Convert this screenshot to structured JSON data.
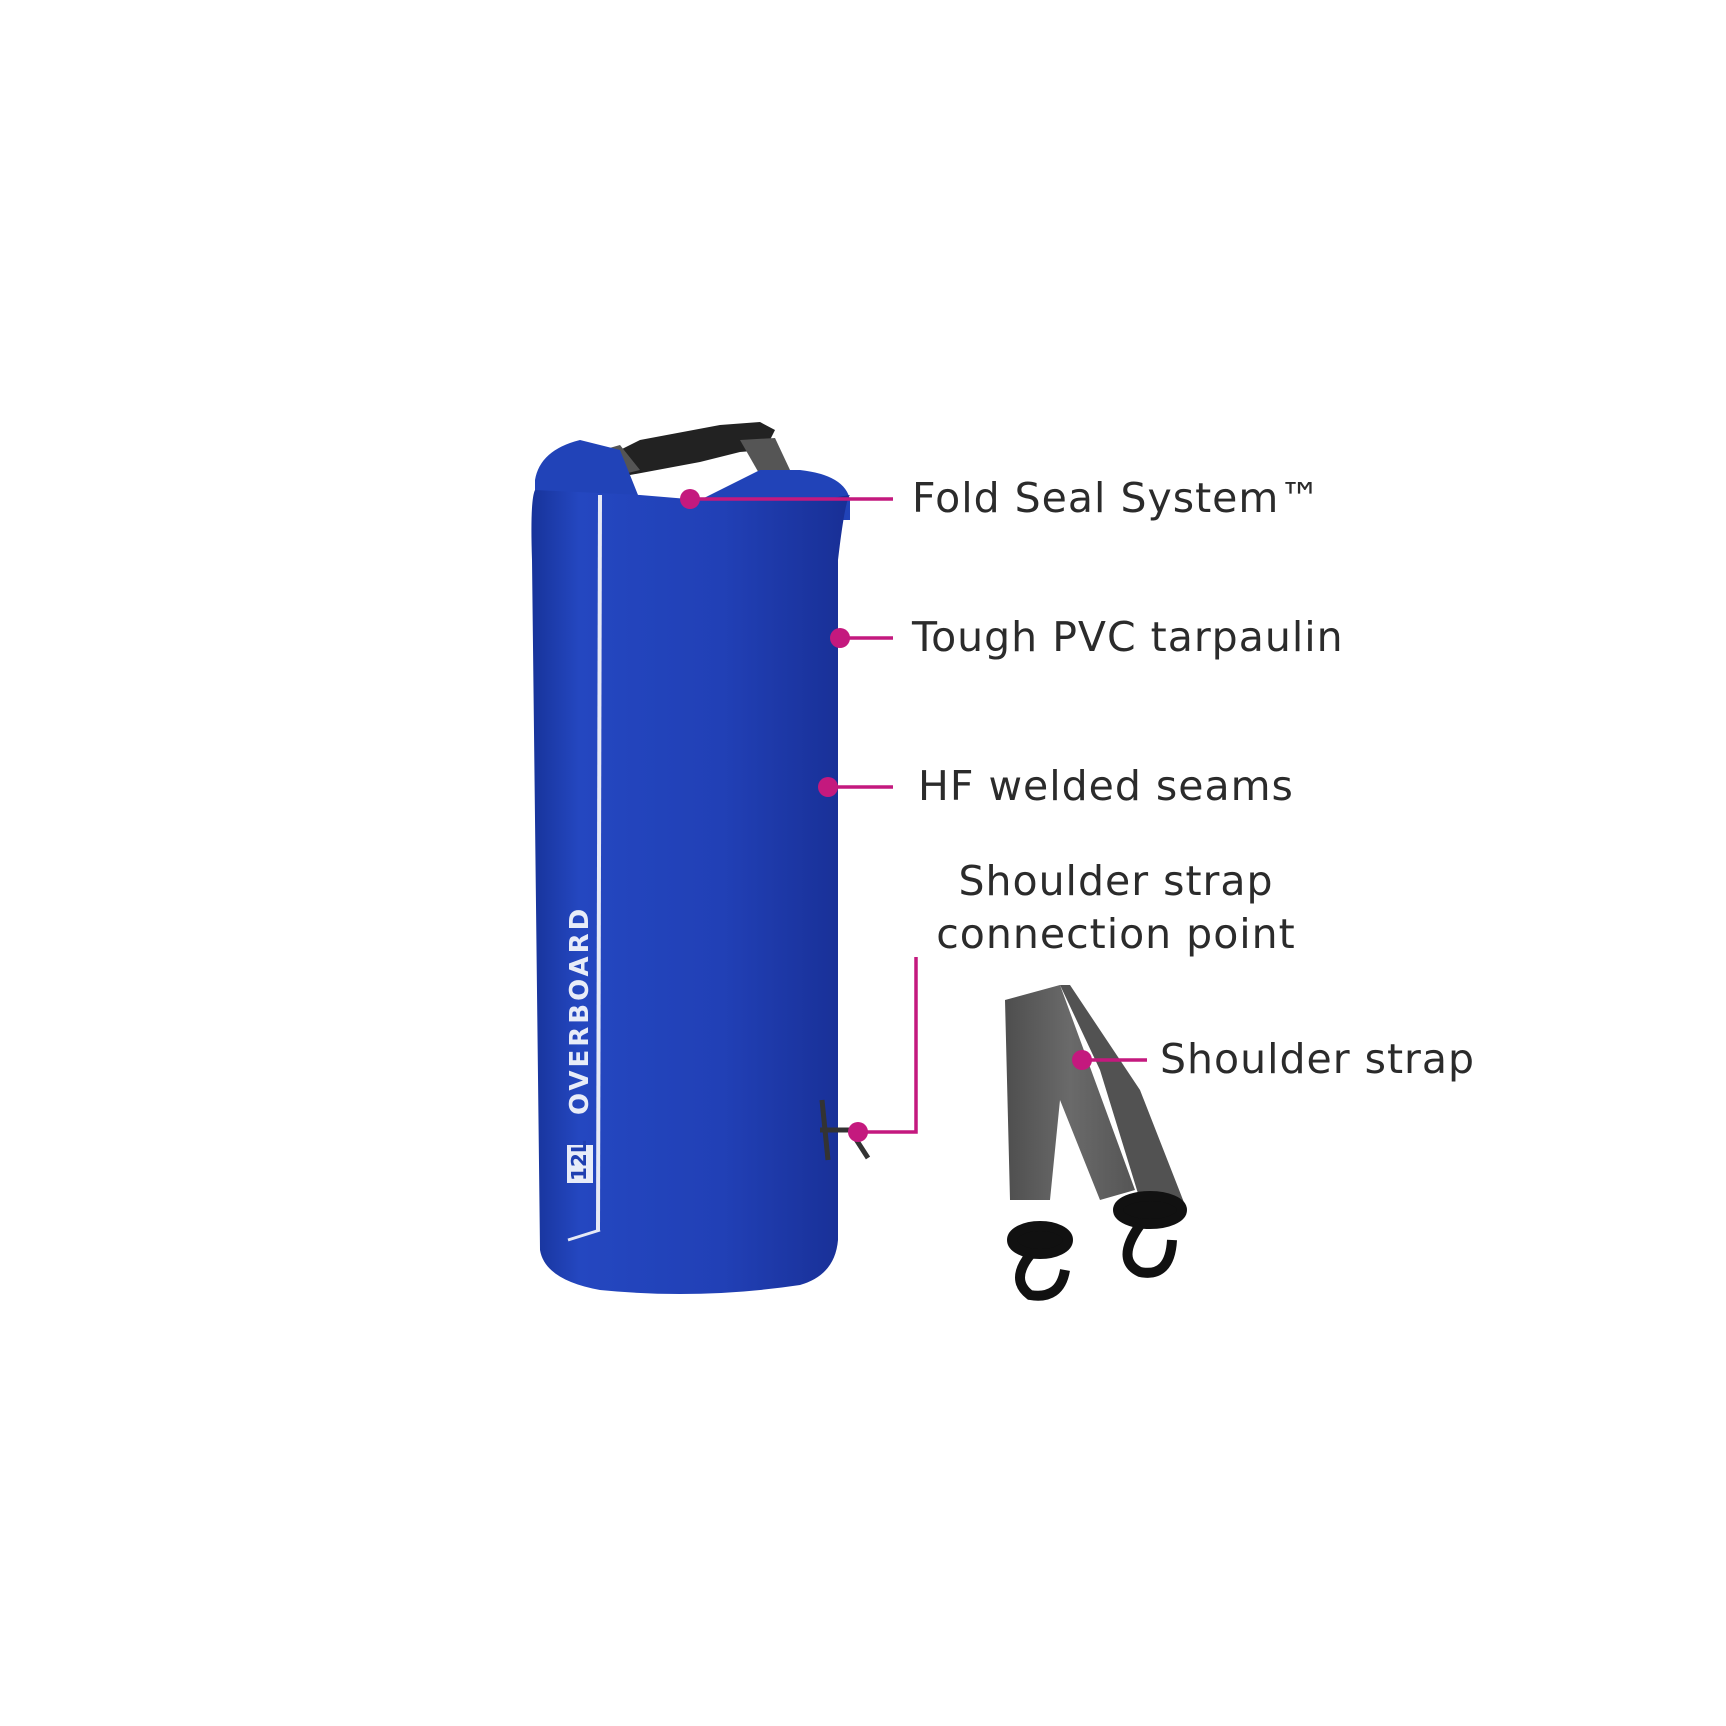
{
  "product": {
    "brand": "OVERBOARD",
    "capacity_badge": "12L",
    "bag_color": "#1f3fb0",
    "strap_color": "#5e5e5e",
    "callout_color": "#c4197e"
  },
  "callouts": [
    {
      "label": "Fold Seal System™"
    },
    {
      "label": "Tough PVC tarpaulin"
    },
    {
      "label": "HF welded seams"
    },
    {
      "label_line1": "Shoulder strap",
      "label_line2": "connection point"
    },
    {
      "label": "Shoulder strap"
    }
  ]
}
